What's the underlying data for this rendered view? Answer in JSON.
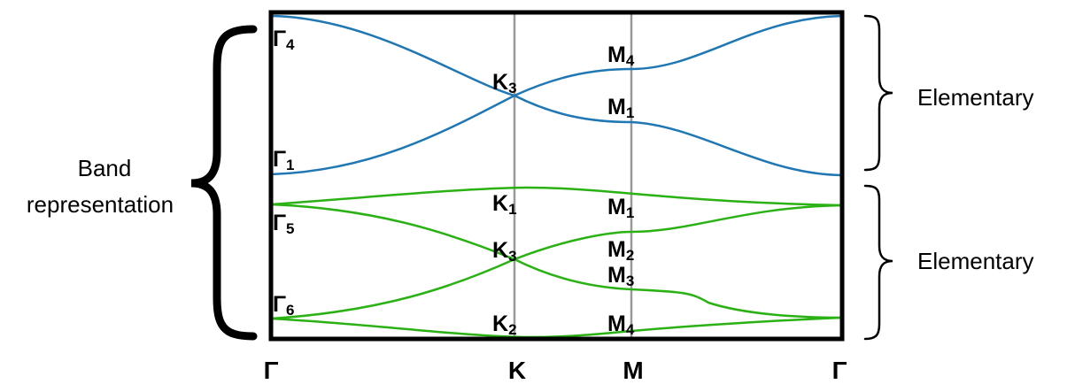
{
  "left_label": {
    "line1": "Band",
    "line2": "representation"
  },
  "right_labels": [
    {
      "text": "Elementary"
    },
    {
      "text": "Elementary"
    }
  ],
  "k_path": [
    "Γ",
    "K",
    "M",
    "Γ"
  ],
  "irrep_labels": {
    "G4": {
      "base": "Γ",
      "sub": "4"
    },
    "G1": {
      "base": "Γ",
      "sub": "1"
    },
    "G5": {
      "base": "Γ",
      "sub": "5"
    },
    "G6": {
      "base": "Γ",
      "sub": "6"
    },
    "K3a": {
      "base": "K",
      "sub": "3"
    },
    "K1": {
      "base": "K",
      "sub": "1"
    },
    "K3b": {
      "base": "K",
      "sub": "3"
    },
    "K2": {
      "base": "K",
      "sub": "2"
    },
    "M4a": {
      "base": "M",
      "sub": "4"
    },
    "M1a": {
      "base": "M",
      "sub": "1"
    },
    "M1b": {
      "base": "M",
      "sub": "1"
    },
    "M2": {
      "base": "M",
      "sub": "2"
    },
    "M3": {
      "base": "M",
      "sub": "3"
    },
    "M4b": {
      "base": "M",
      "sub": "4"
    }
  },
  "colors": {
    "upper_bands": "#1f77b4",
    "lower_bands": "#2ab114",
    "frame": "#000000",
    "k_point_lines": "#999999"
  },
  "icons": [
    "left-curly-brace",
    "right-curly-brace"
  ]
}
